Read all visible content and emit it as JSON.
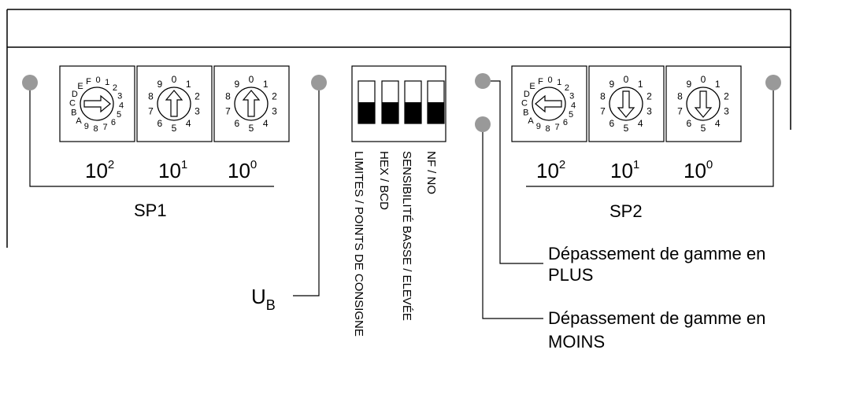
{
  "sp1": {
    "label": "SP1",
    "exponents": [
      {
        "base": "10",
        "exp": "2"
      },
      {
        "base": "10",
        "exp": "1"
      },
      {
        "base": "10",
        "exp": "0"
      }
    ]
  },
  "sp2": {
    "label": "SP2",
    "exponents": [
      {
        "base": "10",
        "exp": "2"
      },
      {
        "base": "10",
        "exp": "1"
      },
      {
        "base": "10",
        "exp": "0"
      }
    ]
  },
  "hex_dial": {
    "top": [
      "F",
      "0",
      "1"
    ],
    "right": [
      "2",
      "3",
      "4",
      "5"
    ],
    "bottom": [
      "6",
      "7",
      "8",
      "9"
    ],
    "left": [
      "A",
      "B",
      "C",
      "D",
      "E"
    ]
  },
  "dec_dial": {
    "labels": [
      "0",
      "1",
      "2",
      "3",
      "4",
      "5",
      "6",
      "7",
      "8",
      "9"
    ]
  },
  "dip_switches": [
    {
      "label": "LIMITES / POINTS DE CONSIGNE"
    },
    {
      "label": "HEX / BCD"
    },
    {
      "label": "SENSIBILITÉ BASSE / ELEVÉE"
    },
    {
      "label": "NF / NO"
    }
  ],
  "ub": {
    "main": "U",
    "sub": "B"
  },
  "callouts": {
    "plus": {
      "line1": "Dépassement de gamme en",
      "line2": "PLUS"
    },
    "moins": {
      "line1": "Dépassement de gamme en",
      "line2": "MOINS"
    }
  },
  "colors": {
    "led": "#999999",
    "stroke": "#000000",
    "switch_fill": "#000000"
  }
}
